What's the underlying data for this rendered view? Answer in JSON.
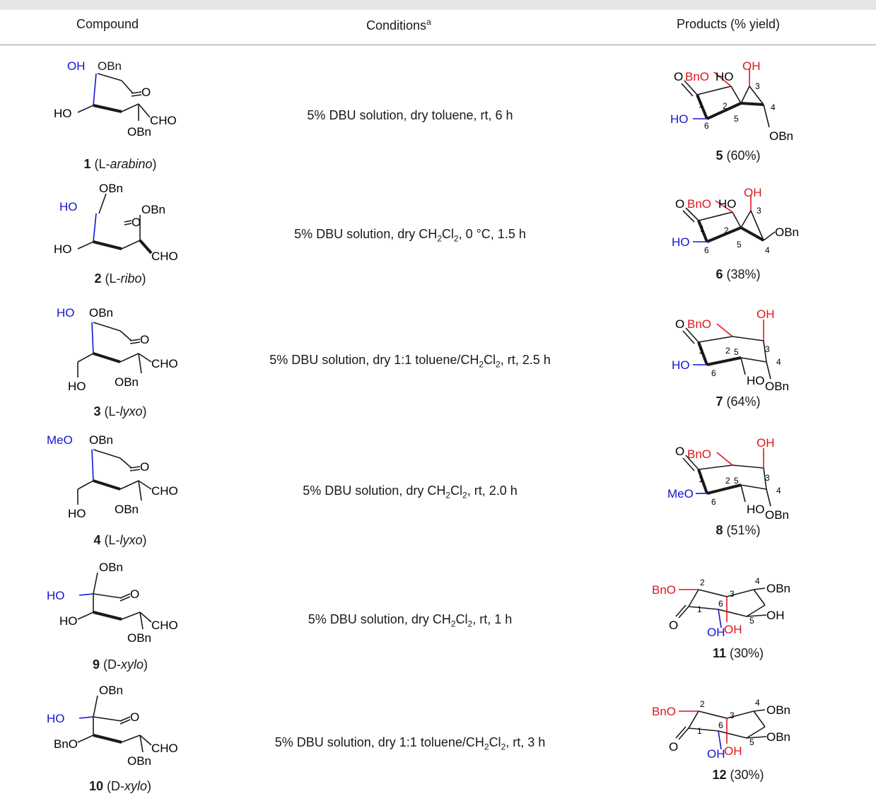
{
  "headers": {
    "compound": "Compound",
    "conditions": "Conditions",
    "conditions_sup": "a",
    "products": "Products (% yield)"
  },
  "rows": [
    {
      "cond_pre": "5% DBU solution, dry toluene, rt, 6 h",
      "cond_sub": "",
      "cond_post": "",
      "cmp_num": "1",
      "cmp_pre": " (L-",
      "cmp_it": "arabino",
      "cmp_post": ")",
      "prod_num": "5",
      "prod_yield": " (60%)"
    },
    {
      "cond_pre": "5% DBU solution, dry CH",
      "cond_sub": "2",
      "cond_mid": "Cl",
      "cond_sub2": "2",
      "cond_post": ", 0 °C, 1.5 h",
      "cmp_num": "2",
      "cmp_pre": " (L-",
      "cmp_it": "ribo",
      "cmp_post": ")",
      "prod_num": "6",
      "prod_yield": " (38%)"
    },
    {
      "cond_pre": "5% DBU solution, dry 1:1 toluene/CH",
      "cond_sub": "2",
      "cond_mid": "Cl",
      "cond_sub2": "2",
      "cond_post": ", rt, 2.5 h",
      "cmp_num": "3",
      "cmp_pre": " (L-",
      "cmp_it": "lyxo",
      "cmp_post": ")",
      "prod_num": "7",
      "prod_yield": " (64%)"
    },
    {
      "cond_pre": "5% DBU solution, dry CH",
      "cond_sub": "2",
      "cond_mid": "Cl",
      "cond_sub2": "2",
      "cond_post": ", rt, 2.0 h",
      "cmp_num": "4",
      "cmp_pre": " (L-",
      "cmp_it": "lyxo",
      "cmp_post": ")",
      "prod_num": "8",
      "prod_yield": " (51%)"
    },
    {
      "cond_pre": "5% DBU solution, dry CH",
      "cond_sub": "2",
      "cond_mid": "Cl",
      "cond_sub2": "2",
      "cond_post": ", rt, 1 h",
      "cmp_num": "9",
      "cmp_pre": " (D-",
      "cmp_it": "xylo",
      "cmp_post": ")",
      "prod_num": "11",
      "prod_yield": " (30%)"
    },
    {
      "cond_pre": "5% DBU solution, dry 1:1 toluene/CH",
      "cond_sub": "2",
      "cond_mid": "Cl",
      "cond_sub2": "2",
      "cond_post": ", rt, 3 h",
      "cmp_num": "10",
      "cmp_pre": " (D-",
      "cmp_it": "xylo",
      "cmp_post": ")",
      "prod_num": "12",
      "prod_yield": " (30%)"
    }
  ],
  "mol": {
    "OH": "OH",
    "OBn": "OBn",
    "HO": "HO",
    "O": "O",
    "CHO": "CHO",
    "MeO": "MeO",
    "BnO": "BnO",
    "n1": "1",
    "n2": "2",
    "n3": "3",
    "n4": "4",
    "n5": "5",
    "n6": "6"
  },
  "colors": {
    "blue": "#1414d2",
    "red": "#e0141e",
    "black": "#1a1a1a"
  }
}
